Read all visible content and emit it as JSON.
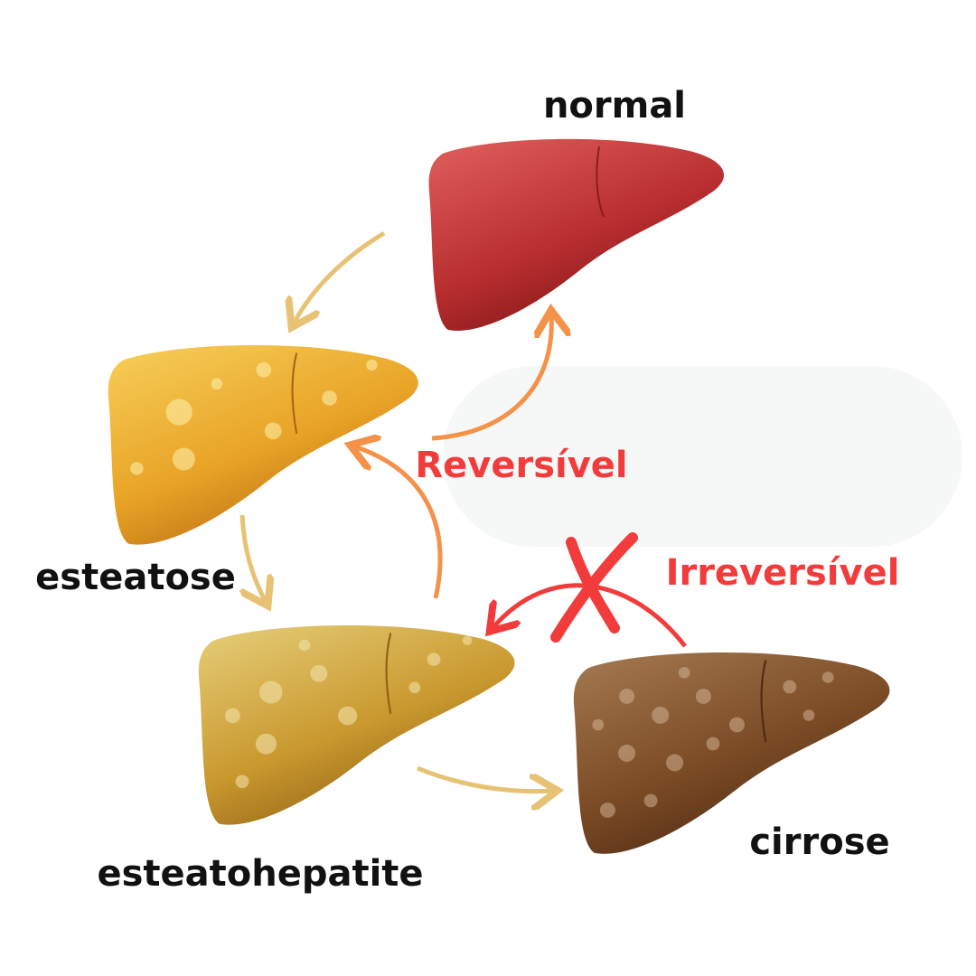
{
  "stages": {
    "normal": "normal",
    "esteatose": "esteatose",
    "esteatohepatite": "esteatohepatite",
    "cirrose": "cirrose"
  },
  "annotations": {
    "reversible": "Reversível",
    "irreversible": "Irreversível"
  },
  "colors": {
    "normal_liver": "#b92e30",
    "esteatose_liver": "#e8a326",
    "esteatohepatite_liver": "#c9982e",
    "cirrose_liver": "#7a4a25",
    "progression_arrow": "#e8c274",
    "reversible_arrow": "#f5924a",
    "irreversible": "#f23b3b"
  }
}
